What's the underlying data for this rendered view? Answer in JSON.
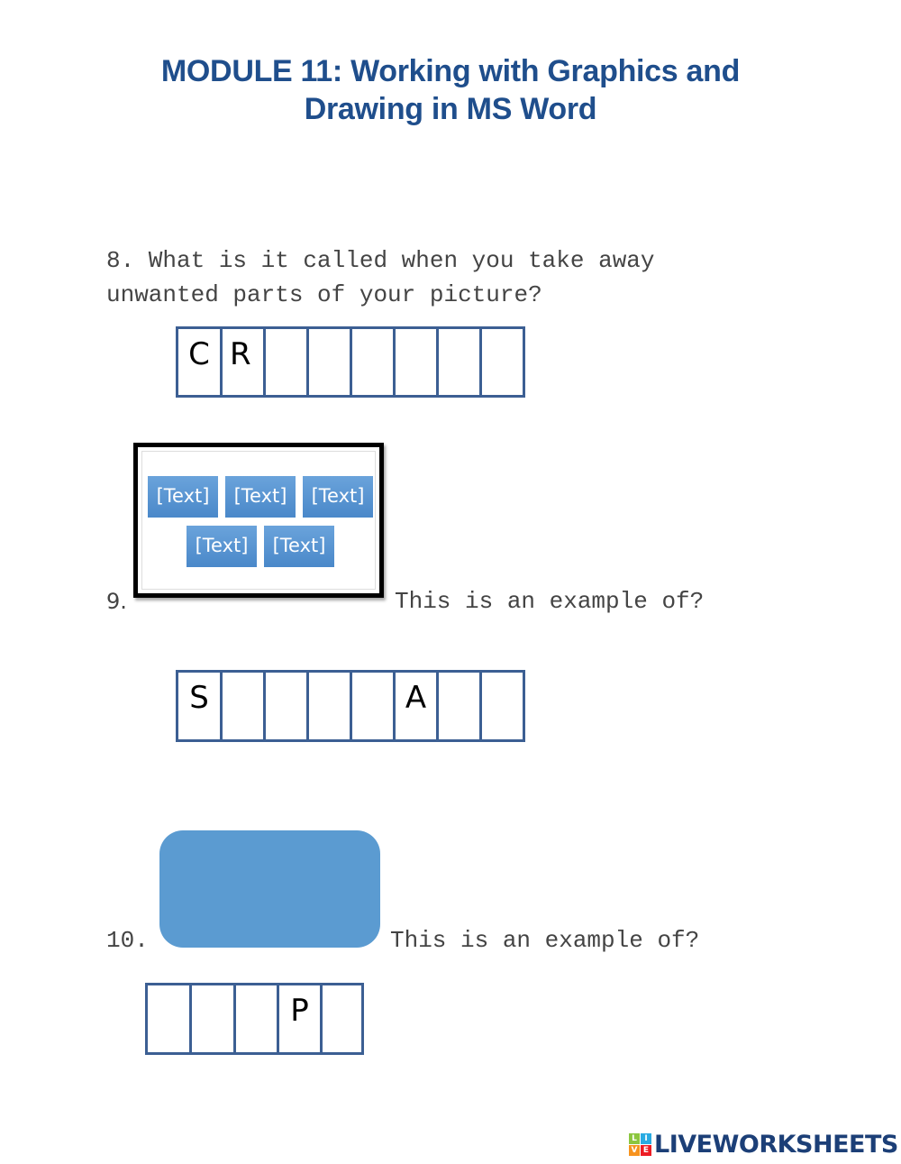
{
  "title": {
    "line1": "MODULE 11: Working with Graphics and",
    "line2": "Drawing in MS Word"
  },
  "questions": [
    {
      "number": "8.",
      "line1": "8. What is it called when you take away",
      "line2": "unwanted parts of your picture?",
      "answer_cells": [
        "C",
        "R",
        "",
        "",
        "",
        "",
        "",
        ""
      ]
    },
    {
      "number": "9.",
      "text": "This is an example of?",
      "image_labels": [
        "[Text]",
        "[Text]",
        "[Text]",
        "[Text]",
        "[Text]"
      ],
      "answer_cells": [
        "S",
        "",
        "",
        "",
        "",
        "A",
        "",
        ""
      ]
    },
    {
      "number": "10.",
      "text": "This is an example of?",
      "answer_cells": [
        "",
        "",
        "",
        "P",
        ""
      ]
    }
  ],
  "logo": {
    "text": "LIVEWORKSHEETS",
    "icon_letters": [
      "L",
      "I",
      "V",
      "E"
    ],
    "icon_colors": [
      "#8cc63f",
      "#29abe2",
      "#f7931e",
      "#ed1c24"
    ]
  },
  "colors": {
    "title": "#1f4e8c",
    "box_border": "#3c5f93",
    "shape_fill": "#5b9bd1"
  }
}
